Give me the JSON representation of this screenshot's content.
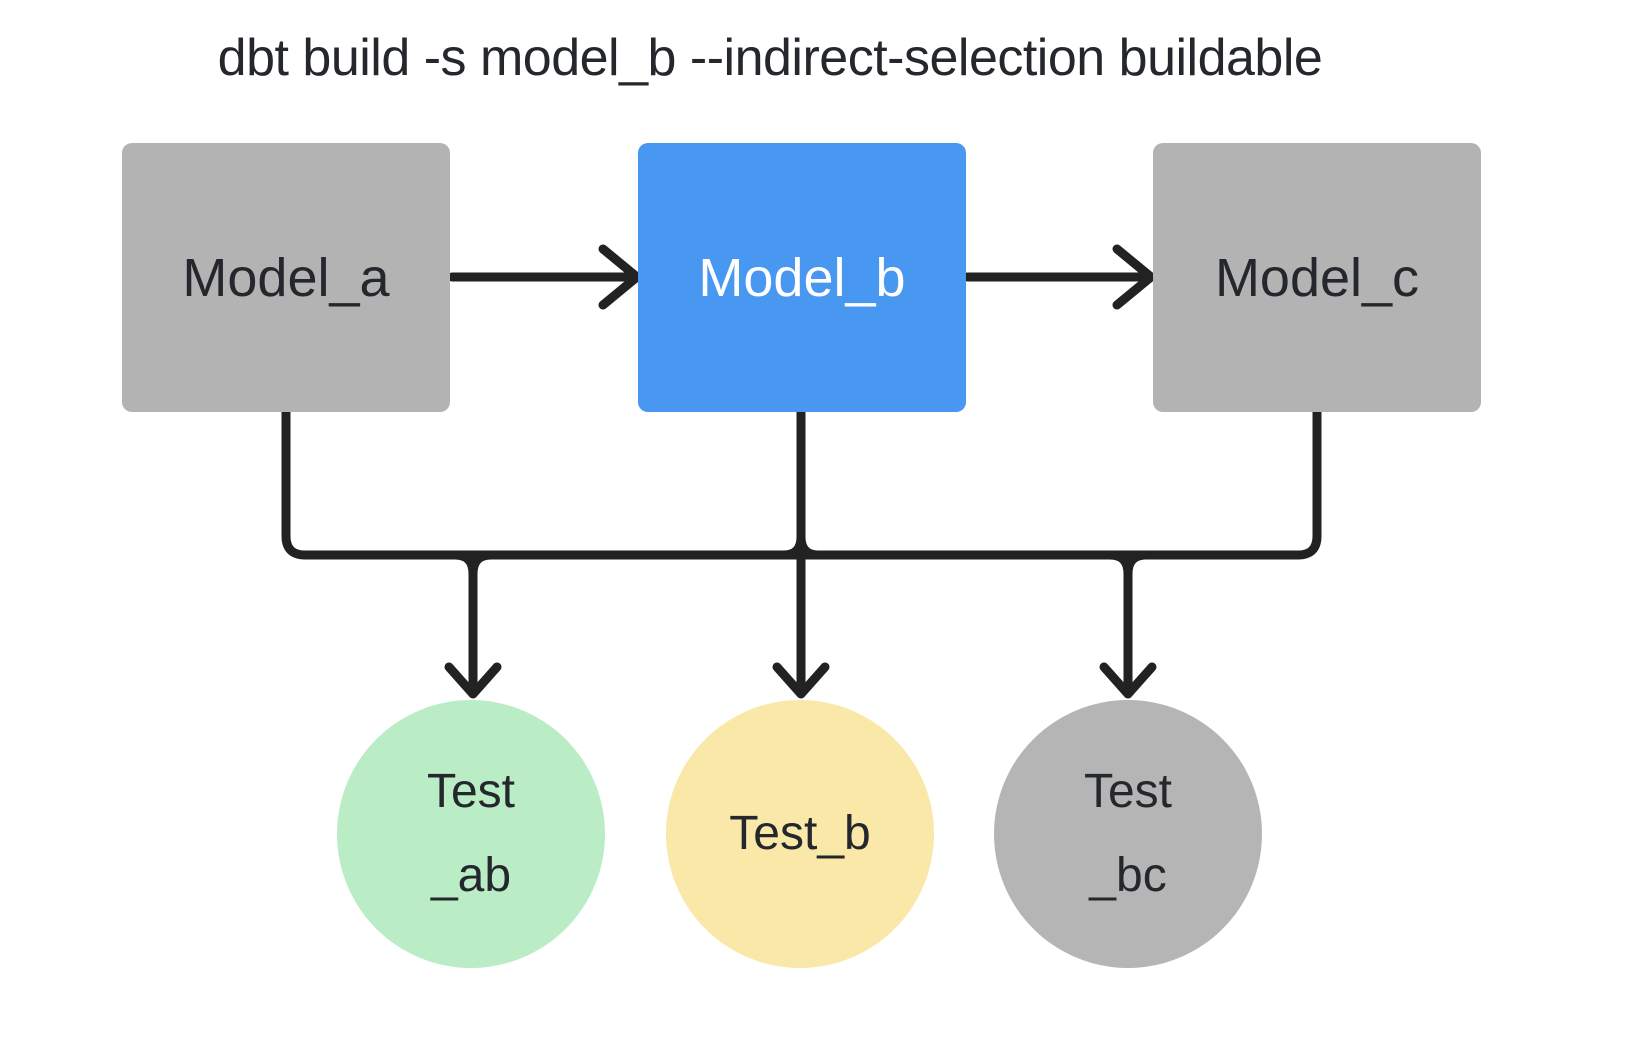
{
  "title": "dbt build -s model_b --indirect-selection buildable",
  "colors": {
    "background": "#ffffff",
    "node_gray": "#b3b3b3",
    "node_blue": "#4897f0",
    "test_green": "#baecc6",
    "test_yellow": "#f9e8a8",
    "test_gray": "#b5b5b5",
    "line": "#222222",
    "text_dark": "#24272c",
    "text_light": "#ffffff"
  },
  "models": [
    {
      "id": "model_a",
      "label": "Model_a",
      "variant": "gray"
    },
    {
      "id": "model_b",
      "label": "Model_b",
      "variant": "blue",
      "selected": true
    },
    {
      "id": "model_c",
      "label": "Model_c",
      "variant": "gray"
    }
  ],
  "tests": [
    {
      "id": "test_ab",
      "lines": [
        "Test",
        "_ab"
      ],
      "variant": "green"
    },
    {
      "id": "test_b",
      "lines": [
        "Test_b"
      ],
      "variant": "yellow"
    },
    {
      "id": "test_bc",
      "lines": [
        "Test",
        "_bc"
      ],
      "variant": "gray"
    }
  ],
  "connections": {
    "model_arrows": [
      {
        "from": "Model_a",
        "to": "Model_b"
      },
      {
        "from": "Model_b",
        "to": "Model_c"
      }
    ],
    "test_rail": {
      "from_models": [
        "Model_a",
        "Model_b",
        "Model_c"
      ],
      "to_tests": [
        "Test_ab",
        "Test_b",
        "Test_bc"
      ]
    }
  }
}
